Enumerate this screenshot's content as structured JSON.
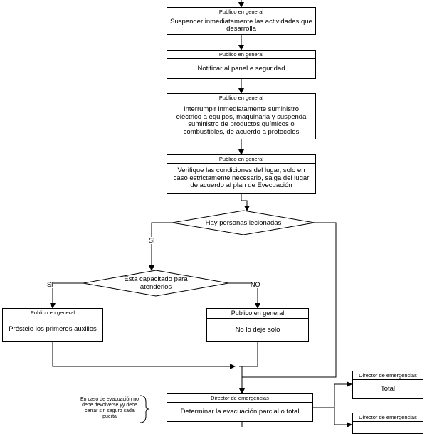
{
  "steps": [
    {
      "role": "Publico en general",
      "text": "Suspender inmediatamente las actividades que desarrolla"
    },
    {
      "role": "Publico en general",
      "text": "Notificar al panel e seguridad"
    },
    {
      "role": "Publico en general",
      "text": "Interrumpir inmediatamente suministro eléctrico a equipos, maquinaria y suspenda suministro de productos químicos o combustibles, de acuerdo a protocolos"
    },
    {
      "role": "Publico en general",
      "text": "Verifique las condiciones del lugar, solo en caso estrictamente necesario, salga del lugar de acuerdo al plan de Evecuación"
    }
  ],
  "decisions": {
    "injured": {
      "text": "Hay personas lecionadas",
      "yes_label": "SI"
    },
    "capable": {
      "text": "Esta capacitado para atenderlos",
      "yes_label": "SI",
      "no_label": "NO"
    }
  },
  "branches": {
    "first_aid": {
      "role": "Publico en general",
      "text": "Préstele los primeros auxilios"
    },
    "stay": {
      "role": "Publico en general",
      "text": "No lo deje solo"
    }
  },
  "evacuation": {
    "role": "Director de emergencias",
    "text": "Determinar la evacuación parcial o total"
  },
  "evacuation_note": "En caso de evacuación no debe devolverse yy debe cerrar sin seguro cada puerta",
  "outcomes": [
    {
      "role": "Director de emergencias",
      "text": "Total"
    },
    {
      "role": "Director de emergencias",
      "text": ""
    }
  ]
}
